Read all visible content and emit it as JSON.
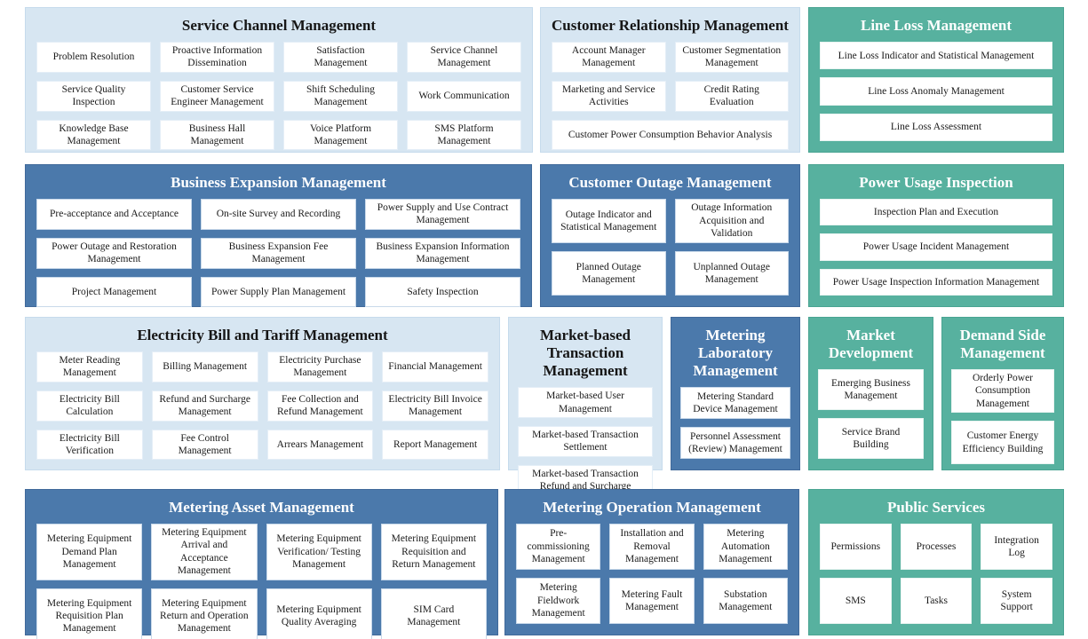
{
  "colors": {
    "panel_light_blue": "#d7e6f2",
    "panel_steel_blue": "#4b79ab",
    "panel_teal": "#57b19f",
    "item_background": "#ffffff",
    "title_dark": "#161616",
    "title_light": "#ffffff"
  },
  "panels": {
    "service_channel": {
      "title": "Service Channel Management",
      "items": [
        "Problem Resolution",
        "Proactive Information Dissemination",
        "Satisfaction Management",
        "Service Channel Management",
        "Service Quality Inspection",
        "Customer Service Engineer Management",
        "Shift Scheduling Management",
        "Work Communication",
        "Knowledge Base Management",
        "Business Hall Management",
        "Voice Platform Management",
        "SMS Platform Management"
      ]
    },
    "customer_relationship": {
      "title": "Customer Relationship Management",
      "items": [
        "Account Manager Management",
        "Customer Segmentation Management",
        "Marketing and Service Activities",
        "Credit Rating Evaluation",
        "Customer Power Consumption Behavior Analysis"
      ]
    },
    "line_loss": {
      "title": "Line Loss Management",
      "items": [
        "Line Loss Indicator and Statistical Management",
        "Line Loss Anomaly Management",
        "Line Loss Assessment"
      ]
    },
    "business_expansion": {
      "title": "Business Expansion Management",
      "items": [
        "Pre-acceptance and Acceptance",
        "On-site Survey and Recording",
        "Power Supply and Use Contract Management",
        "Power Outage and Restoration Management",
        "Business Expansion Fee Management",
        "Business Expansion Information Management",
        "Project Management",
        "Power Supply Plan Management",
        "Safety Inspection"
      ]
    },
    "customer_outage": {
      "title": "Customer Outage Management",
      "items": [
        "Outage Indicator and Statistical Management",
        "Outage Information Acquisition and Validation",
        "Planned Outage Management",
        "Unplanned Outage Management"
      ]
    },
    "power_usage_inspection": {
      "title": "Power Usage Inspection",
      "items": [
        "Inspection Plan and Execution",
        "Power Usage Incident Management",
        "Power Usage Inspection Information Management"
      ]
    },
    "electricity_bill": {
      "title": "Electricity Bill and Tariff Management",
      "items": [
        "Meter Reading Management",
        "Billing Management",
        "Electricity Purchase Management",
        "Financial Management",
        "Electricity Bill Calculation",
        "Refund and Surcharge Management",
        "Fee Collection and Refund Management",
        "Electricity Bill Invoice Management",
        "Electricity Bill Verification",
        "Fee Control Management",
        "Arrears Management",
        "Report Management"
      ]
    },
    "market_transaction": {
      "title": "Market-based Transaction Management",
      "items": [
        "Market-based User Management",
        "Market-based Transaction Settlement",
        "Market-based Transaction Refund and Surcharge"
      ]
    },
    "metering_laboratory": {
      "title": "Metering Laboratory Management",
      "items": [
        "Metering Standard Device Management",
        "Personnel Assessment (Review) Management"
      ]
    },
    "market_development": {
      "title": "Market Development",
      "items": [
        "Emerging Business Management",
        "Service Brand Building"
      ]
    },
    "demand_side": {
      "title": "Demand Side Management",
      "items": [
        "Orderly Power Consumption Management",
        "Customer Energy Efficiency Building"
      ]
    },
    "metering_asset": {
      "title": "Metering Asset Management",
      "items": [
        "Metering Equipment Demand Plan Management",
        "Metering Equipment Arrival and Acceptance Management",
        "Metering Equipment Verification/ Testing Management",
        "Metering Equipment Requisition and Return Management",
        "Metering Equipment Requisition Plan Management",
        "Metering Equipment Return and Operation Management",
        "Metering Equipment Quality Averaging",
        "SIM Card Management"
      ]
    },
    "metering_operation": {
      "title": "Metering Operation Management",
      "items": [
        "Pre-commissioning Management",
        "Installation and Removal Management",
        "Metering Automation Management",
        "Metering Fieldwork Management",
        "Metering Fault Management",
        "Substation Management"
      ]
    },
    "public_services": {
      "title": "Public Services",
      "items": [
        "Permissions",
        "Processes",
        "Integration Log",
        "SMS",
        "Tasks",
        "System Support"
      ]
    }
  }
}
